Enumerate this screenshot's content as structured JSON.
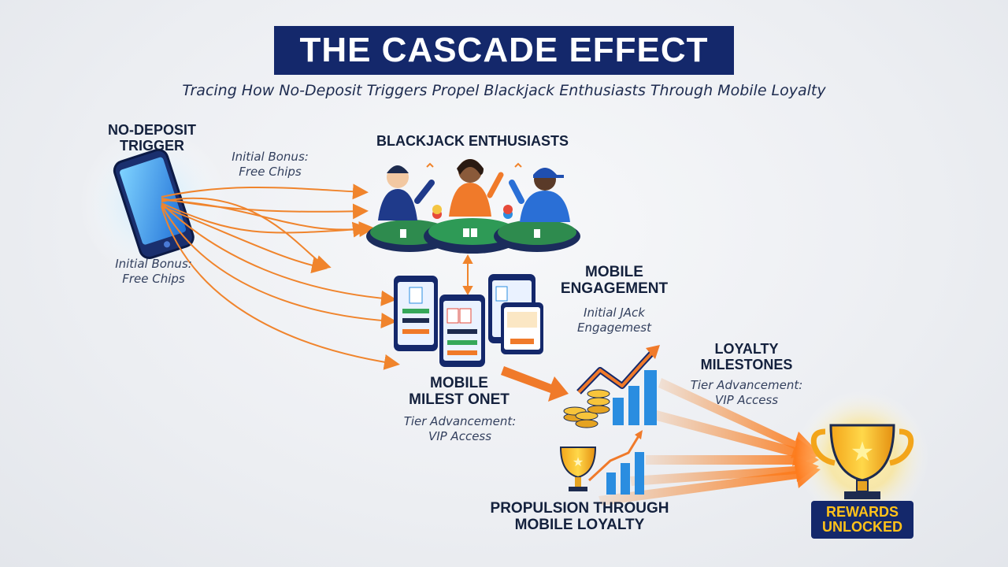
{
  "header": {
    "title": "THE CASCADE EFFECT",
    "subtitle": "Tracing How No-Deposit Triggers Propel Blackjack Enthusiasts Through Mobile Loyalty"
  },
  "stages": {
    "trigger": {
      "title": "NO-DEPOSIT\nTRIGGER",
      "note_top": "Initial Bonus:\nFree Chips",
      "note_bottom": "Initial Bonus:\nFree Chips"
    },
    "enthusiasts": {
      "title": "BLACKJACK ENTHUSIASTS"
    },
    "mobile_engagement": {
      "title": "MOBILE\nENGAGEMENT",
      "note": "Initial JAck\nEngagemest"
    },
    "mobile_milestone": {
      "title": "MOBILE\nMILEST ONET",
      "note": "Tier Advancement:\nVIP Access"
    },
    "loyalty": {
      "title": "LOYALTY\nMILESTONES",
      "note": "Tier Advancement:\nVIP Access"
    },
    "propulsion": {
      "title": "PROPULSION THROUGH\nMOBILE LOYALTY"
    },
    "rewards": {
      "title": "REWARDS\nUNLOCKED"
    }
  },
  "colors": {
    "navy": "#14286b",
    "orange": "#f0842c",
    "gold": "#ffc21a",
    "blue": "#2a8de0"
  },
  "icons": [
    "smartphone-icon",
    "players-icon",
    "blackjack-table-icon",
    "phone-screens-icon",
    "growth-chart-icon",
    "coin-stack-icon",
    "trophy-icon"
  ]
}
